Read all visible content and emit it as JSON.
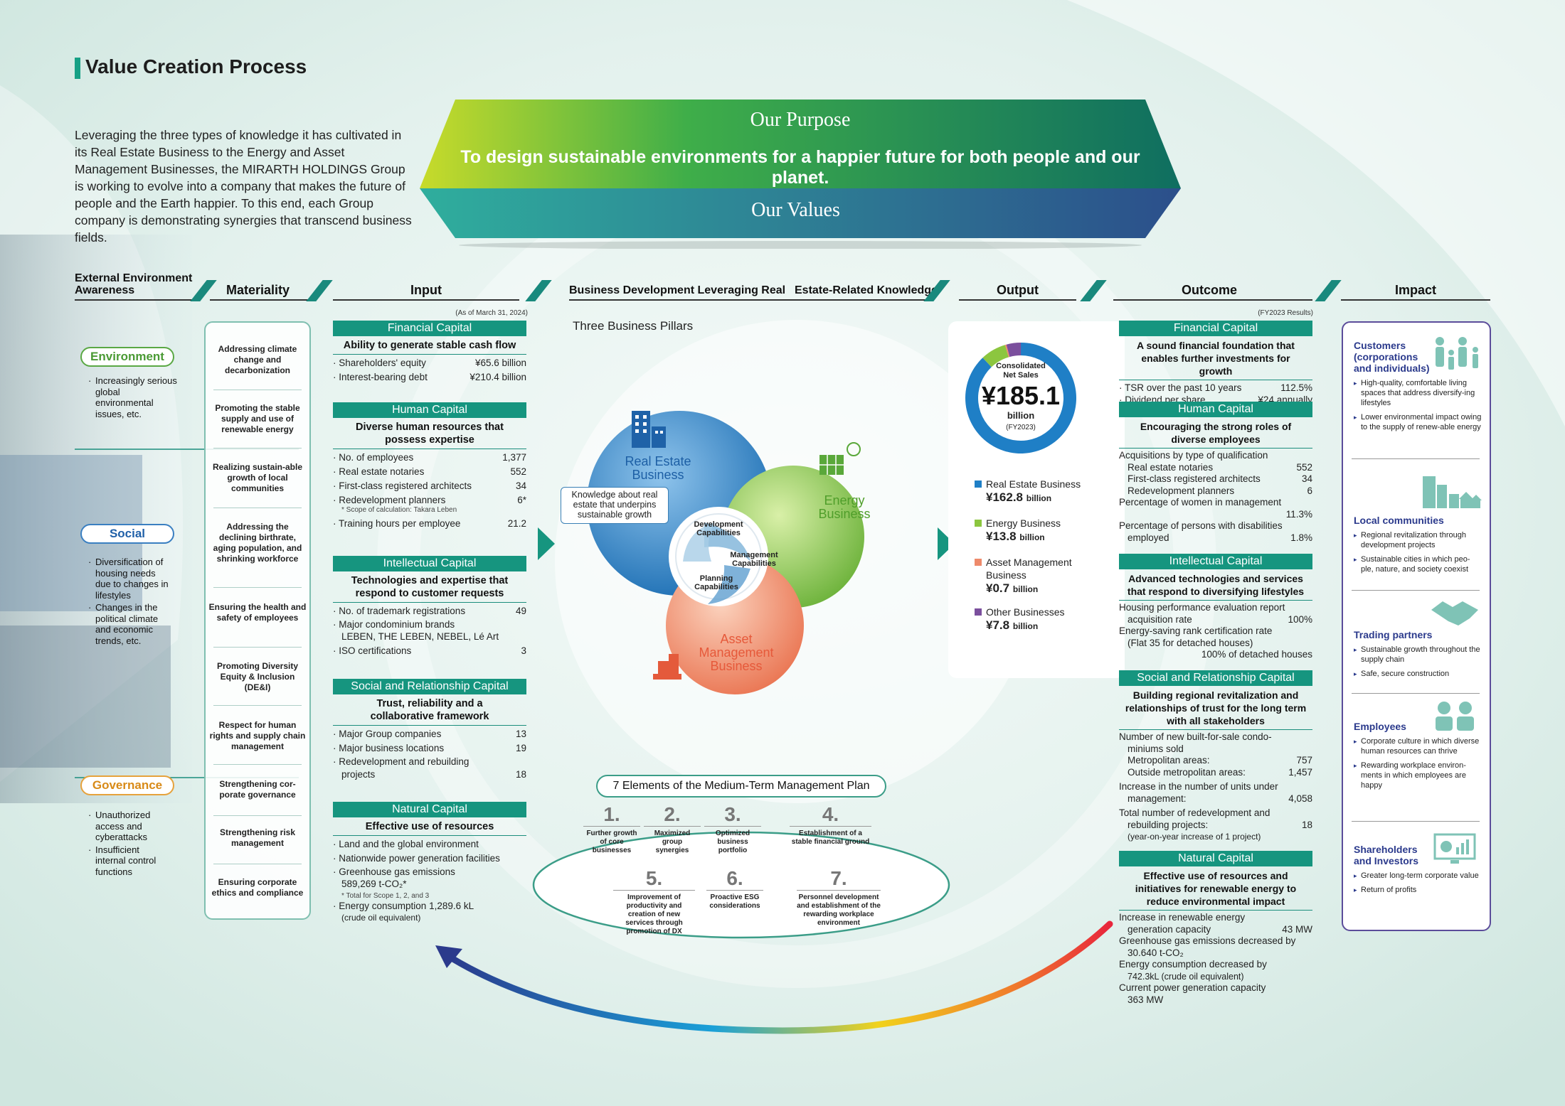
{
  "page": {
    "title": "Value Creation Process",
    "intro": "Leveraging the three types of knowledge it has cultivated in its Real Estate Business to the Energy and Asset Management Businesses, the MIRARTH HOLDINGS Group is working to evolve into a company that makes the future of people and the Earth happier. To this end, each Group company is demonstrating synergies that transcend business fields."
  },
  "purpose": {
    "label": "Our Purpose",
    "text": "To design sustainable environments for a   happier future for both people and our planet.",
    "values_label": "Our Values"
  },
  "columns": {
    "external": "External Environment\nAwareness",
    "materiality": "Materiality",
    "input": "Input",
    "business_a": "Business Development Leveraging Real",
    "business_b": "Estate-Related Knowledge",
    "output": "Output",
    "outcome": "Outcome",
    "impact": "Impact"
  },
  "external": {
    "environment": {
      "label": "Environment",
      "items": [
        "Increasingly serious global environmental issues, etc."
      ]
    },
    "social": {
      "label": "Social",
      "items": [
        "Diversification of housing needs due to changes in lifestyles",
        "Changes in the political climate and economic trends, etc."
      ]
    },
    "governance": {
      "label": "Governance",
      "items": [
        "Unauthorized access and cyberattacks",
        "Insufficient internal control functions"
      ]
    }
  },
  "materiality": [
    "Addressing climate change and decarbonization",
    "Promoting the stable supply and use of renewable energy",
    "Realizing sustain-able growth of local communities",
    "Addressing the declining birthrate, aging population, and shrinking workforce",
    "Ensuring the health and safety of employees",
    "Promoting Diversity Equity & Inclusion (DE&I)",
    "Respect for human rights and supply chain management",
    "Strengthening cor-porate governance",
    "Strengthening risk management",
    "Ensuring corporate ethics and compliance"
  ],
  "input": {
    "as_of": "(As of March 31, 2024)",
    "financial": {
      "title": "Financial Capital",
      "sub": "Ability to generate stable cash flow",
      "rows": [
        [
          "Shareholders' equity",
          "¥65.6 billion"
        ],
        [
          "Interest-bearing debt",
          "¥210.4 billion"
        ]
      ]
    },
    "human": {
      "title": "Human Capital",
      "sub": "Diverse human resources that possess expertise",
      "rows": [
        [
          "No. of employees",
          "1,377"
        ],
        [
          "Real estate notaries",
          "552"
        ],
        [
          "First-class registered architects",
          "34"
        ],
        [
          "Redevelopment planners",
          "6*"
        ]
      ],
      "note": "* Scope of calculation: Takara Leben",
      "extra": [
        "Training hours per employee",
        "21.2"
      ]
    },
    "intellectual": {
      "title": "Intellectual Capital",
      "sub": "Technologies and expertise that respond to customer requests",
      "rows": [
        [
          "No. of trademark registrations",
          "49"
        ]
      ],
      "brands_label": "Major condominium brands",
      "brands": "LEBEN, THE LEBEN, NEBEL, Lé Art",
      "extra": [
        "ISO certifications",
        "3"
      ]
    },
    "social": {
      "title": "Social and Relationship Capital",
      "sub": "Trust, reliability and a collaborative framework",
      "rows": [
        [
          "Major Group companies",
          "13"
        ],
        [
          "Major business locations",
          "19"
        ]
      ],
      "extra_label": "Redevelopment and rebuilding",
      "extra_label2": "projects",
      "extra_value": "18"
    },
    "natural": {
      "title": "Natural Capital",
      "sub": "Effective use of resources",
      "items": [
        "Land and the global environment",
        "Nationwide power generation facilities",
        "Greenhouse gas emissions"
      ],
      "ghg": "589,269 t-CO₂*",
      "note": "* Total for Scope 1, 2, and 3",
      "energy": "Energy consumption 1,289.6 kL",
      "energy2": "(crude oil equivalent)"
    }
  },
  "business": {
    "pillars_title": "Three Business Pillars",
    "real_estate": "Real Estate\nBusiness",
    "energy": "Energy\nBusiness",
    "asset": "Asset\nManagement\nBusiness",
    "knowledge": "Knowledge about real estate that underpins sustainable growth",
    "cap_dev": "Development\nCapabilities",
    "cap_mgmt": "Management\nCapabilities",
    "cap_plan": "Planning\nCapabilities",
    "elements_title": "7 Elements of the Medium-Term     Management Plan",
    "elements": [
      {
        "num": "1.",
        "text": "Further growth of core businesses"
      },
      {
        "num": "2.",
        "text": "Maximized group synergies"
      },
      {
        "num": "3.",
        "text": "Optimized business portfolio"
      },
      {
        "num": "4.",
        "text": "Establishment of a stable financial ground"
      },
      {
        "num": "5.",
        "text": "Improvement of productivity and creation of new services through promotion of DX"
      },
      {
        "num": "6.",
        "text": "Proactive ESG considerations"
      },
      {
        "num": "7.",
        "text": "Personnel development and establishment of the rewarding workplace environment"
      }
    ]
  },
  "output": {
    "donut_label": "Consolidated\nNet Sales",
    "total": "¥185.1",
    "unit": "billion",
    "fy": "(FY2023)",
    "segments": [
      {
        "name": "Real Estate Business",
        "value": 162.8,
        "label": "¥162.8",
        "unit": "billion",
        "color": "#1f7fc6"
      },
      {
        "name": "Energy Business",
        "value": 13.8,
        "label": "¥13.8",
        "unit": "billion",
        "color": "#8cc63f"
      },
      {
        "name": "Asset Management\nBusiness",
        "value": 0.7,
        "label": "¥0.7",
        "unit": "billion",
        "color": "#ee8a6b"
      },
      {
        "name": "Other Businesses",
        "value": 7.8,
        "label": "¥7.8",
        "unit": "billion",
        "color": "#7b4f9d"
      }
    ]
  },
  "outcome": {
    "fy": "(FY2023 Results)",
    "financial": {
      "title": "Financial Capital",
      "sub": "A sound financial foundation that enables further investments for growth",
      "rows": [
        [
          "TSR over the past 10 years",
          "112.5%"
        ],
        [
          "Dividend per share",
          "¥24 annually"
        ]
      ]
    },
    "human": {
      "title": "Human Capital",
      "sub": "Encouraging the strong roles of diverse employees",
      "acq": "Acquisitions by type of qualification",
      "rows": [
        [
          "Real estate notaries",
          "552"
        ],
        [
          "First-class registered architects",
          "34"
        ],
        [
          "Redevelopment planners",
          "6"
        ]
      ],
      "women": "Percentage of women in management",
      "women_v": "11.3%",
      "disab": "Percentage of persons with disabilities",
      "disab_k": "employed",
      "disab_v": "1.8%"
    },
    "intellectual": {
      "title": "Intellectual Capital",
      "sub": "Advanced technologies and services that respond to diversifying lifestyles",
      "r1": "Housing performance evaluation report",
      "r1k": "acquisition rate",
      "r1v": "100%",
      "r2": "Energy-saving rank certification rate",
      "r2b": "(Flat 35 for detached houses)",
      "r2v": "100% of detached houses"
    },
    "social": {
      "title": "Social and Relationship Capital",
      "sub": "Building regional revitalization and relationships of trust for the long term with all stakeholders",
      "r1": "Number of new built-for-sale condo-",
      "r1b": "miniums sold",
      "metro_k": "Metropolitan areas:",
      "metro_v": "757",
      "outside_k": "Outside metropolitan areas:",
      "outside_v": "1,457",
      "units": "Increase in the number of units under",
      "units_k": "management:",
      "units_v": "4,058",
      "redev": "Total number of redevelopment and",
      "redev_k": "rebuilding projects:",
      "redev_v": "18",
      "redev_note": "(year-on-year increase of 1 project)"
    },
    "natural": {
      "title": "Natural Capital",
      "sub": "Effective use of resources and initiatives for renewable energy to reduce environmental impact",
      "r1": "Increase in renewable energy",
      "r1k": "generation capacity",
      "r1v": "43 MW",
      "r2": "Greenhouse gas emissions decreased by",
      "r2b": "30.640 t-CO₂",
      "r3": "Energy consumption decreased by",
      "r3b": "742.3kL (crude oil equivalent)",
      "r4": "Current power generation capacity",
      "r4b": "363 MW"
    }
  },
  "impact": {
    "customers": {
      "title": "Customers\n(corporations\nand individuals)",
      "items": [
        "High-quality, comfortable living spaces that address diversify-ing lifestyles",
        "Lower environmental impact owing to the supply of renew-able energy"
      ]
    },
    "local": {
      "title": "Local communities",
      "items": [
        "Regional revitalization through development projects",
        "Sustainable cities in which peo-ple, nature, and society coexist"
      ]
    },
    "trading": {
      "title": "Trading partners",
      "items": [
        "Sustainable growth throughout the supply chain",
        "Safe, secure construction"
      ]
    },
    "employees": {
      "title": "Employees",
      "items": [
        "Corporate culture in which diverse human resources can thrive",
        "Rewarding workplace environ-ments in which employees are happy"
      ]
    },
    "shareholders": {
      "title": "Shareholders\nand Investors",
      "items": [
        "Greater long-term corporate value",
        "Return of profits"
      ]
    }
  },
  "colors": {
    "accent": "#16957f",
    "real_estate": "#1f7fc6",
    "energy": "#8cc63f",
    "asset": "#ee8a6b",
    "impact_border": "#5b4c9a"
  }
}
